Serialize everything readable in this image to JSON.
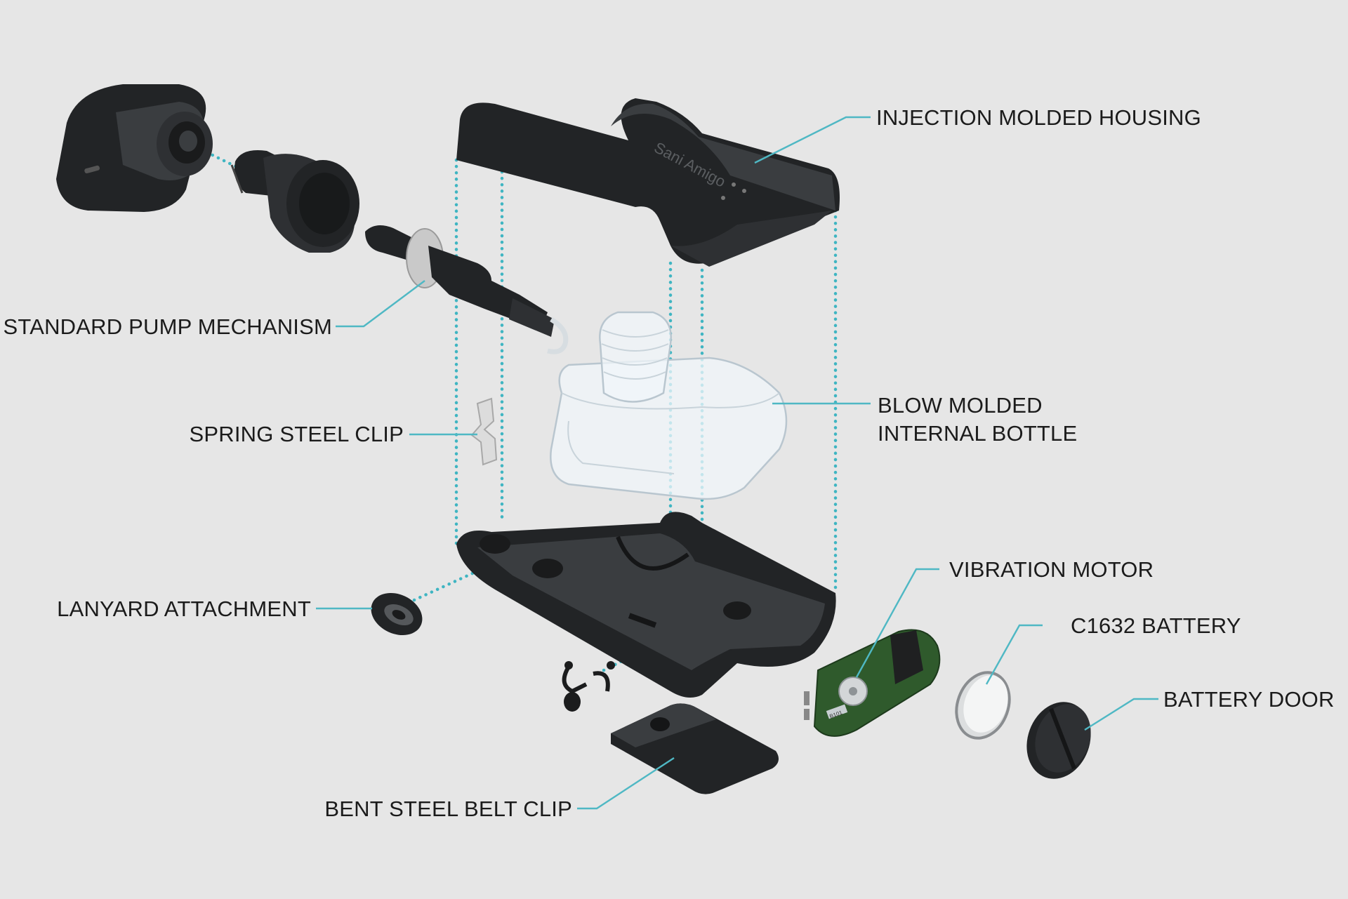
{
  "brand_text": "Sani Amigo",
  "board_chip_text": "B101",
  "labels": {
    "housing": "INJECTION MOLDED HOUSING",
    "pump": "STANDARD PUMP MECHANISM",
    "bottle_line1": "BLOW MOLDED",
    "bottle_line2": "INTERNAL BOTTLE",
    "spring_clip": "SPRING STEEL CLIP",
    "motor": "VIBRATION MOTOR",
    "lanyard": "LANYARD ATTACHMENT",
    "battery": "C1632 BATTERY",
    "battery_door": "BATTERY DOOR",
    "belt_clip": "BENT STEEL BELT CLIP"
  },
  "colors": {
    "background": "#e6e6e6",
    "leader_line": "#4fb8c4",
    "parts": "#222426",
    "circuit_board": "#2f5a2c"
  }
}
